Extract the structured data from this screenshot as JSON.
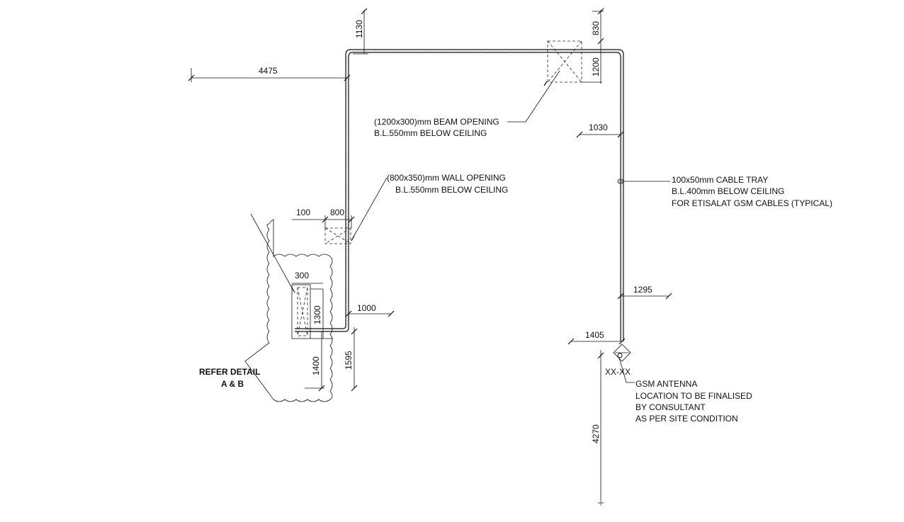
{
  "dimensions": {
    "d4475": "4475",
    "d1130": "1130",
    "d830": "830",
    "d1200": "1200",
    "d1030": "1030",
    "d100": "100",
    "d800": "800",
    "d300": "300",
    "d1300": "1300",
    "d1000": "1000",
    "d1295": "1295",
    "d1405": "1405",
    "d1400": "1400",
    "d1595": "1595",
    "d4270": "4270"
  },
  "notes": {
    "beam_opening": {
      "line1": "(1200x300)mm BEAM OPENING",
      "line2": "B.L.550mm BELOW CEILING"
    },
    "wall_opening": {
      "line1": "(800x350)mm WALL OPENING",
      "line2": "B.L.550mm BELOW CEILING"
    },
    "cable_tray": {
      "line1": "100x50mm CABLE TRAY",
      "line2": "B.L.400mm BELOW CEILING",
      "line3": "FOR ETISALAT GSM CABLES (TYPICAL)"
    },
    "gsm_antenna": {
      "line1": "GSM ANTENNA",
      "line2": "LOCATION TO BE FINALISED",
      "line3": "BY CONSULTANT",
      "line4": "AS PER SITE CONDITION"
    },
    "section_mark": "XX-XX",
    "refer_detail": {
      "line1": "REFER DETAIL",
      "line2": "A & B"
    }
  },
  "colors": {
    "line": "#111111",
    "background": "#ffffff",
    "endpoint_marker": "#cc0000"
  }
}
